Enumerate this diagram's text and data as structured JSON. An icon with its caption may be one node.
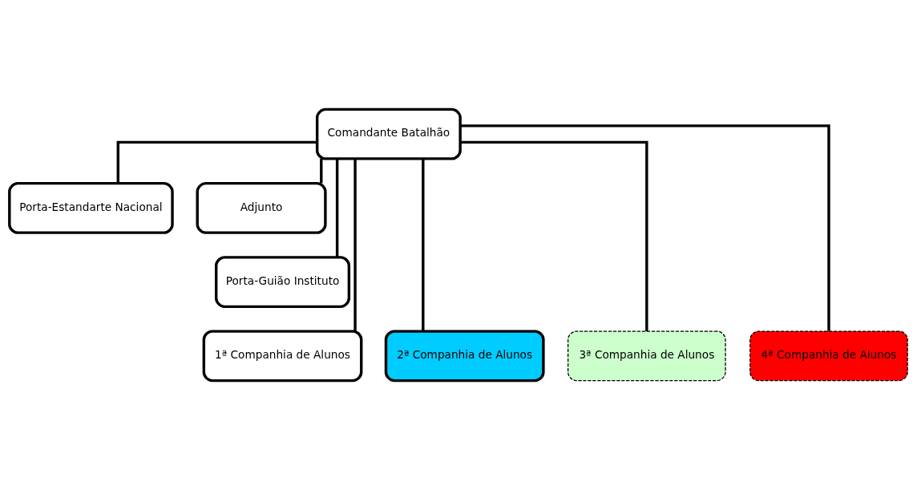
{
  "diagram": {
    "nodes": [
      {
        "text": [
          "Comandante Batalhão"
        ]
      },
      {
        "text": [
          "Porta-Estandarte Nacional"
        ]
      },
      {
        "text": [
          "Adjunto"
        ]
      },
      {
        "text": [
          "Porta-Guião Instituto"
        ]
      },
      {
        "text": [
          "1ª Companhia de Alunos"
        ]
      },
      {
        "text": [
          "2ª Companhia de Alunos"
        ]
      },
      {
        "text": [
          "3ª Companhia de Alunos"
        ]
      },
      {
        "text": [
          "4ª Companhia de Alunos"
        ]
      }
    ],
    "edges": [
      {
        "from": 0,
        "to": 1,
        "arrow": "none"
      },
      {
        "from": 0,
        "to": 2,
        "arrow": "none"
      },
      {
        "from": 0,
        "to": 3,
        "arrow": "none"
      },
      {
        "from": 0,
        "to": 4,
        "arrow": "none"
      },
      {
        "from": 0,
        "to": 5,
        "arrow": "none"
      },
      {
        "from": 0,
        "to": 6,
        "arrow": "none"
      },
      {
        "from": 0,
        "to": 7,
        "arrow": "none"
      }
    ]
  }
}
